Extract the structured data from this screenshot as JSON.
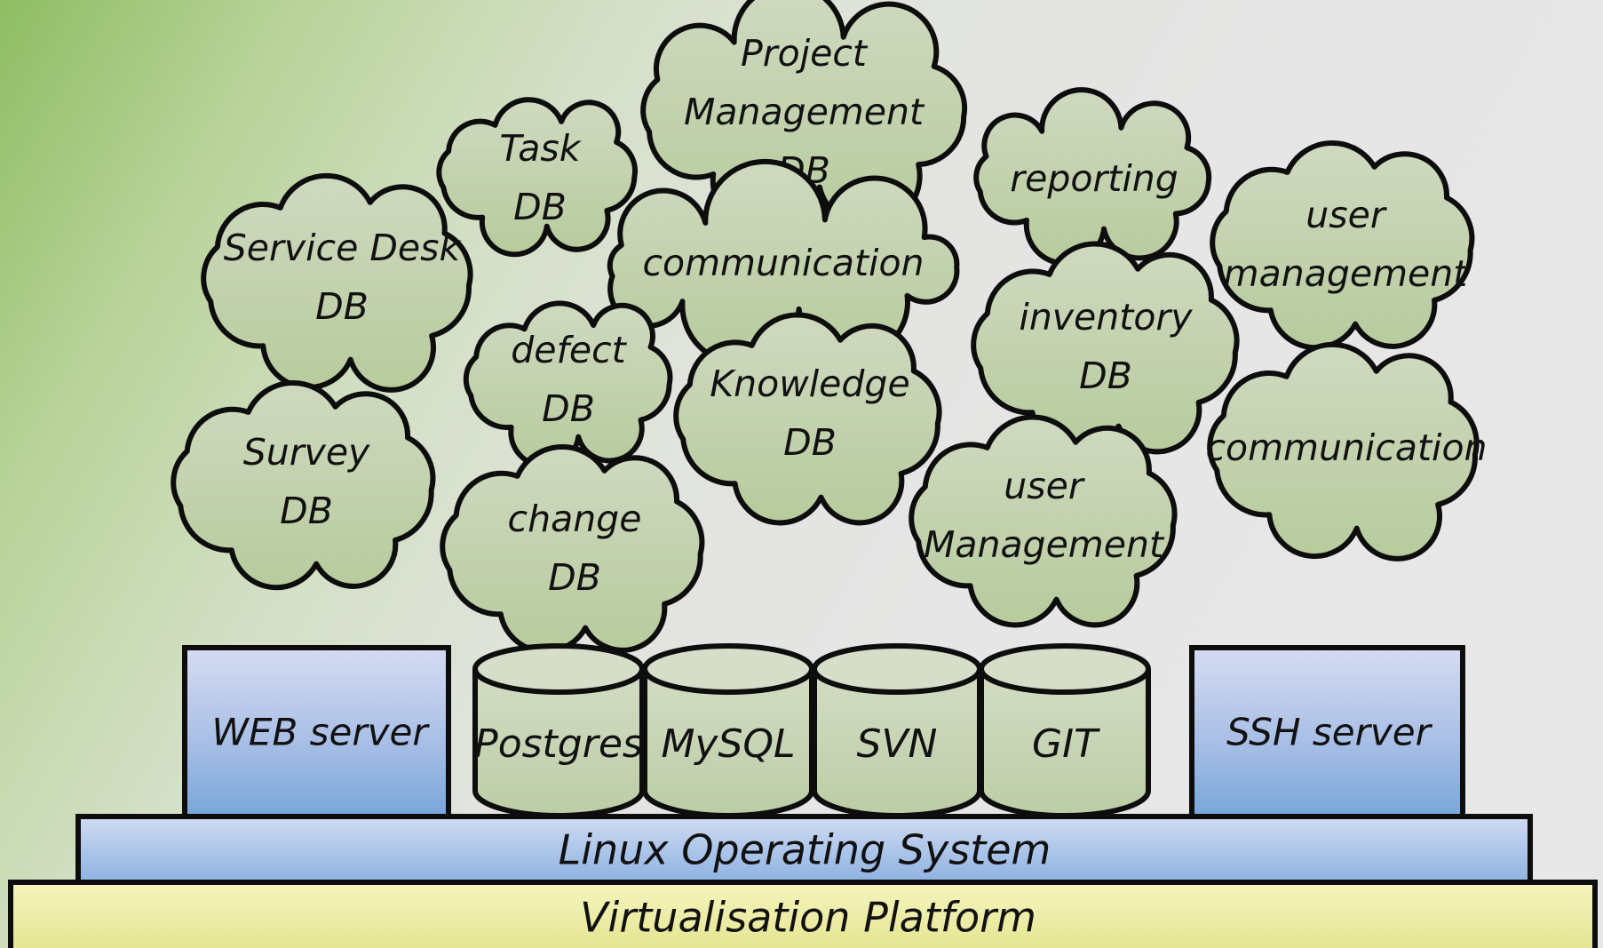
{
  "clouds": [
    {
      "id": "project-management",
      "lines": [
        "Project",
        "Management",
        "DB"
      ]
    },
    {
      "id": "task",
      "lines": [
        "Task",
        "DB"
      ]
    },
    {
      "id": "reporting",
      "lines": [
        "reporting"
      ]
    },
    {
      "id": "user-management-top",
      "lines": [
        "user",
        "management"
      ]
    },
    {
      "id": "service-desk",
      "lines": [
        "Service Desk",
        "DB"
      ]
    },
    {
      "id": "communication-top",
      "lines": [
        "communication"
      ]
    },
    {
      "id": "inventory",
      "lines": [
        "inventory",
        "DB"
      ]
    },
    {
      "id": "defect",
      "lines": [
        "defect",
        "DB"
      ]
    },
    {
      "id": "knowledge",
      "lines": [
        "Knowledge",
        "DB"
      ]
    },
    {
      "id": "survey",
      "lines": [
        "Survey",
        "DB"
      ]
    },
    {
      "id": "communication-right",
      "lines": [
        "communication"
      ]
    },
    {
      "id": "user-management-bottom",
      "lines": [
        "user",
        "Management"
      ]
    },
    {
      "id": "change",
      "lines": [
        "change",
        "DB"
      ]
    }
  ],
  "servers": {
    "web": "WEB server",
    "ssh": "SSH server"
  },
  "databases": [
    "Postgres",
    "MySQL",
    "SVN",
    "GIT"
  ],
  "layers": {
    "os": "Linux Operating System",
    "virtualisation": "Virtualisation Platform"
  },
  "colors": {
    "cloud_fill": "#c3d3ae",
    "server_fill_top": "#cdd6ee",
    "server_fill_bottom": "#7fa9d9",
    "os_fill": "#a9c3e6",
    "virt_fill": "#eeeea0",
    "outline": "#0d0d0d"
  }
}
